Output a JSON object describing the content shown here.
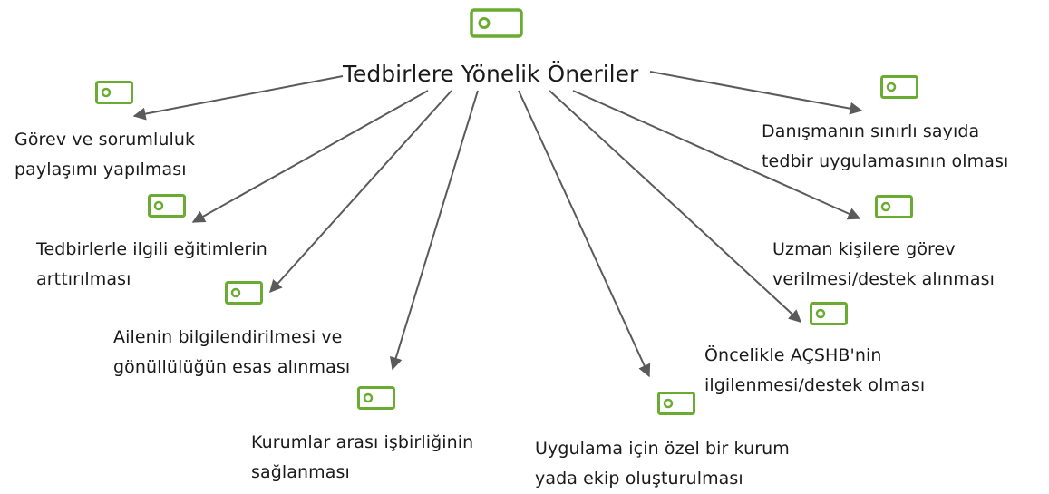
{
  "center": {
    "title": "Tedbirlere Yönelik Öneriler"
  },
  "nodes": [
    {
      "id": "gorev",
      "label": "Görev ve sorumluluk\npaylaşımı yapılması"
    },
    {
      "id": "egitim",
      "label": "Tedbirlerle ilgili eğitimlerin\narttırılması"
    },
    {
      "id": "aile",
      "label": "Ailenin bilgilendirilmesi ve\ngönüllülüğün esas alınması"
    },
    {
      "id": "kurumlar",
      "label": "Kurumlar arası işbirliğinin\nsağlanması"
    },
    {
      "id": "uygulama",
      "label": "Uygulama için özel bir kurum\nyada ekip oluşturulması"
    },
    {
      "id": "acshb",
      "label": "Öncelikle AÇSHB'nin\nilgilenmesi/destek olması"
    },
    {
      "id": "uzman",
      "label": "Uzman kişilere görev\nverilmesi/destek alınması"
    },
    {
      "id": "danisman",
      "label": "Danışmanın sınırlı sayıda\ntedbir uygulamasının olması"
    }
  ],
  "colors": {
    "icon": "#6aab32",
    "arrow": "#5a5a5a",
    "text": "#1a1a1a"
  },
  "icon_name": "code-icon"
}
